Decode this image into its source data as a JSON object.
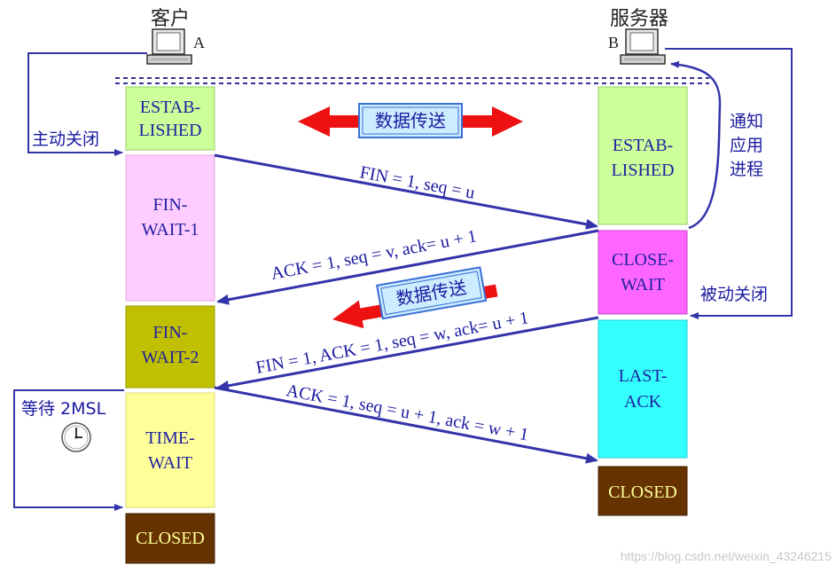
{
  "client": {
    "title": "客户",
    "letter": "A"
  },
  "server": {
    "title": "服务器",
    "letter": "B"
  },
  "client_states": {
    "established": [
      "ESTAB-",
      "LISHED"
    ],
    "fin_wait_1": [
      "FIN-",
      "WAIT-1"
    ],
    "fin_wait_2": [
      "FIN-",
      "WAIT-2"
    ],
    "time_wait": [
      "TIME-",
      "WAIT"
    ],
    "closed": "CLOSED"
  },
  "server_states": {
    "established": [
      "ESTAB-",
      "LISHED"
    ],
    "close_wait": [
      "CLOSE-",
      "WAIT"
    ],
    "last_ack": [
      "LAST-",
      "ACK"
    ],
    "closed": "CLOSED"
  },
  "side_labels": {
    "active_close": "主动关闭",
    "notify_app": [
      "通知",
      "应用",
      "进程"
    ],
    "passive_close": "被动关闭",
    "wait_2msl": "等待 2MSL"
  },
  "data_transfer_label": "数据传送",
  "messages": {
    "fin1": "FIN = 1, seq = u",
    "ack1": "ACK = 1, seq = v, ack= u + 1",
    "fin2": "FIN = 1, ACK = 1, seq = w, ack= u + 1",
    "ack2": "ACK = 1, seq = u + 1, ack = w + 1"
  },
  "watermark": "https://blog.csdn.net/weixin_43246215",
  "colors": {
    "established": "#ccff99",
    "fin_wait_1": "#ffccff",
    "fin_wait_2": "#c0c000",
    "time_wait": "#ffff99",
    "close_wait": "#ff66ff",
    "last_ack": "#33ffff",
    "closed": "#663300",
    "arrow": "#3333aa",
    "data_arrow": "#ee1111",
    "label_box_fill": "#ccecff",
    "label_text": "#1a1aa0",
    "state_text": "#2020a0"
  }
}
